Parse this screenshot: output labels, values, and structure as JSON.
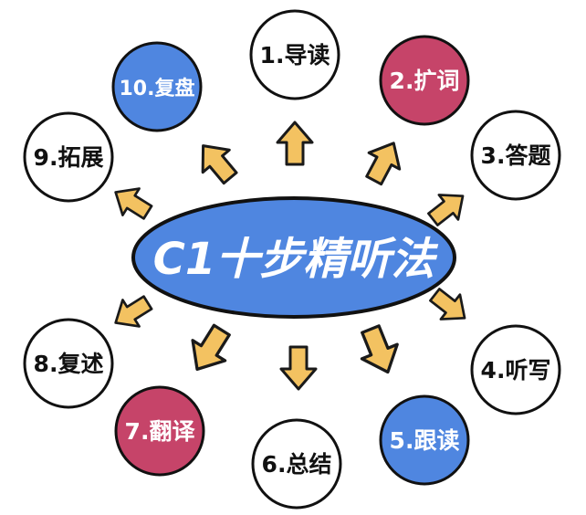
{
  "center": {
    "title": "C1十步精听法",
    "fill": "#4f86e0",
    "stroke": "#111111",
    "text_color": "#ffffff"
  },
  "colors": {
    "arrow_fill": "#f3c261",
    "arrow_stroke": "#1a1a1a",
    "node_default_fill": "#ffffff",
    "node_default_text": "#111111",
    "node_blue_fill": "#4f86e0",
    "node_red_fill": "#c64469",
    "node_highlight_text": "#ffffff"
  },
  "steps": [
    {
      "label": "1.导读",
      "style": "default"
    },
    {
      "label": "2.扩词",
      "style": "red"
    },
    {
      "label": "3.答题",
      "style": "default"
    },
    {
      "label": "4.听写",
      "style": "default"
    },
    {
      "label": "5.跟读",
      "style": "blue"
    },
    {
      "label": "6.总结",
      "style": "default"
    },
    {
      "label": "7.翻译",
      "style": "red"
    },
    {
      "label": "8.复述",
      "style": "default"
    },
    {
      "label": "9.拓展",
      "style": "default"
    },
    {
      "label": "10.复盘",
      "style": "blue"
    }
  ]
}
